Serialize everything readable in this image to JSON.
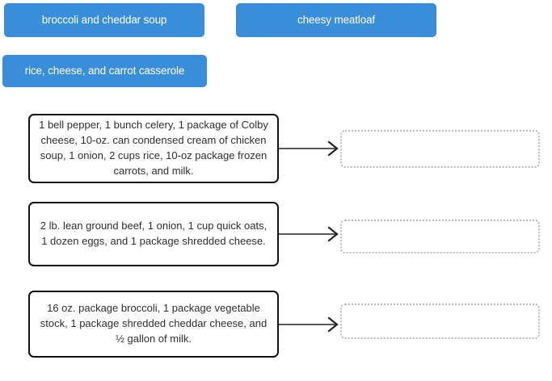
{
  "theme": {
    "page_background": "#ffffff",
    "chip_background": "#3a8dd8",
    "chip_text": "#ffffff",
    "box_border": "#111111",
    "box_text": "#2f2f2f",
    "dropzone_border": "#b9b9b9",
    "arrow_color": "#222222"
  },
  "drag_options": [
    {
      "id": "option-broccoli-cheddar-soup",
      "label": "broccoli and cheddar soup"
    },
    {
      "id": "option-cheesy-meatloaf",
      "label": "cheesy meatloaf"
    },
    {
      "id": "option-rice-cheese-carrot-casserole",
      "label": "rice, cheese, and carrot casserole"
    }
  ],
  "rows": [
    {
      "id": "row-1",
      "ingredients": "1 bell pepper, 1 bunch celery, 1 package of Colby cheese, 10-oz. can condensed cream of chicken soup, 1 onion, 2 cups rice, 10-oz package frozen carrots, and milk.",
      "arrow_icon": "arrow-right-icon",
      "answer": "",
      "answer_placeholder": ""
    },
    {
      "id": "row-2",
      "ingredients": "2 lb. lean ground beef, 1 onion, 1 cup quick oats, 1 dozen eggs, and 1 package shredded cheese.",
      "arrow_icon": "arrow-right-icon",
      "answer": "",
      "answer_placeholder": ""
    },
    {
      "id": "row-3",
      "ingredients": "16 oz. package broccoli, 1 package vegetable stock, 1 package shredded cheddar cheese, and ½ gallon of milk.",
      "arrow_icon": "arrow-right-icon",
      "answer": "",
      "answer_placeholder": ""
    }
  ]
}
